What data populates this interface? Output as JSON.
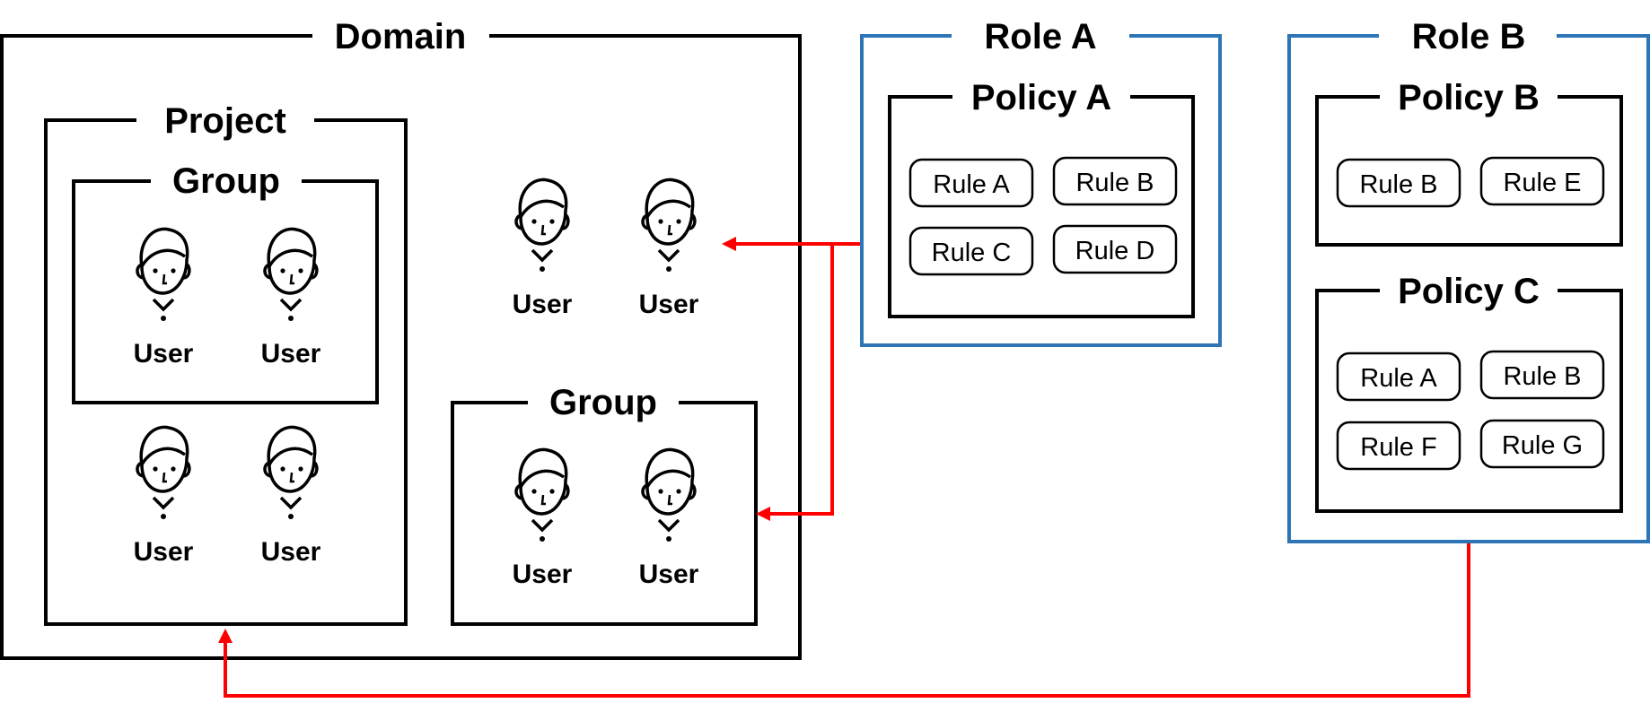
{
  "domain": {
    "title": "Domain",
    "project": {
      "title": "Project",
      "group": {
        "title": "Group",
        "users": [
          "User",
          "User"
        ]
      },
      "users": [
        "User",
        "User"
      ]
    },
    "users": [
      "User",
      "User"
    ],
    "group": {
      "title": "Group",
      "users": [
        "User",
        "User"
      ]
    }
  },
  "role_a": {
    "title": "Role A",
    "policy_a": {
      "title": "Policy A",
      "rules": [
        "Rule A",
        "Rule B",
        "Rule C",
        "Rule D"
      ]
    }
  },
  "role_b": {
    "title": "Role B",
    "policy_b": {
      "title": "Policy B",
      "rules": [
        "Rule B",
        "Rule E"
      ]
    },
    "policy_c": {
      "title": "Policy C",
      "rules": [
        "Rule A",
        "Rule B",
        "Rule F",
        "Rule G"
      ]
    }
  },
  "colors": {
    "frame": "#000000",
    "role_frame": "#2e75b6",
    "arrow": "#ff0000"
  },
  "icons": {
    "user": "user-icon",
    "arrowhead": "arrowhead-icon"
  }
}
